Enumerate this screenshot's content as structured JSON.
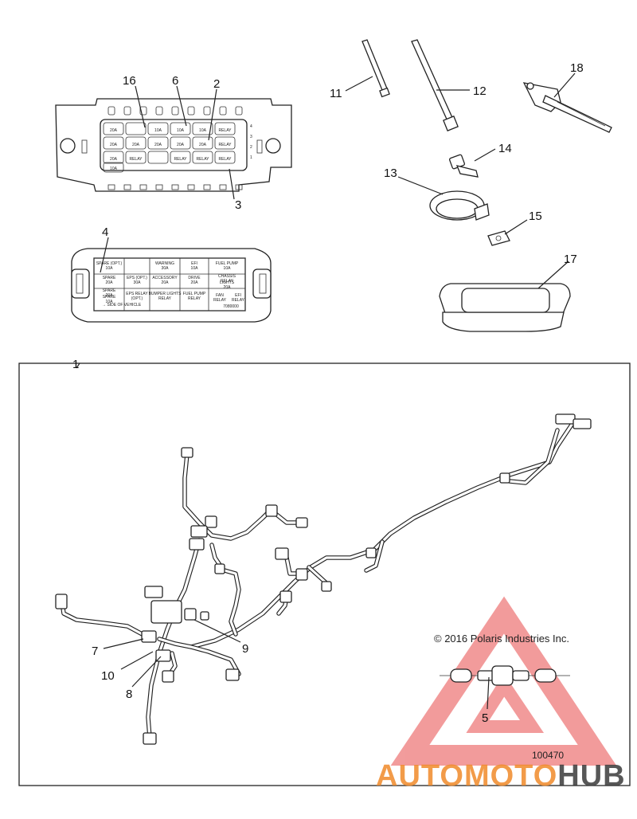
{
  "callouts": {
    "c1": "1",
    "c2": "2",
    "c3": "3",
    "c4": "4",
    "c5": "5",
    "c6": "6",
    "c7": "7",
    "c8": "8",
    "c9": "9",
    "c10": "10",
    "c11": "11",
    "c12": "12",
    "c13": "13",
    "c14": "14",
    "c15": "15",
    "c16": "16",
    "c17": "17",
    "c18": "18"
  },
  "fuse_box_top": {
    "row1": [
      "20A",
      "",
      "10A",
      "10A",
      "10A",
      "RELAY"
    ],
    "row2": [
      "20A",
      "20A",
      "20A",
      "20A",
      "20A",
      "RELAY"
    ],
    "row3": [
      "20A",
      "RELAY",
      "",
      "RELAY",
      "RELAY",
      "RELAY"
    ],
    "row4": [
      "10A"
    ],
    "side_numbers": [
      "4",
      "3",
      "2",
      "1"
    ]
  },
  "fuse_cover_label": {
    "cells": [
      "SPARE (OPT.) 10A",
      "WARNING 30A",
      "EFI 10A",
      "FUEL PUMP 10A",
      "CHASSIS RELAY",
      "SPARE 20A",
      "EPS (OPT.) 30A",
      "ACCESSORY 20A",
      "DRIVE 20A",
      "LIGHTS 20A",
      "SPARE 20A",
      "SPARE 10A",
      "EPS RELAY (OPT.)",
      "BUMPER LIGHTS RELAY",
      "FUEL PUMP RELAY",
      "FAN RELAY",
      "EFI RELAY"
    ],
    "arrow_text": "SIDE OF VEHICLE",
    "code": "7080000"
  },
  "copyright": "© 2016 Polaris Industries Inc.",
  "figure_number": "100470",
  "watermark": {
    "part1": "AUTOMOTO",
    "part2": "HUB",
    "color_main": "#f08a2a",
    "color_accent": "#3a3a3a",
    "triangle_color": "#e84a4a"
  }
}
